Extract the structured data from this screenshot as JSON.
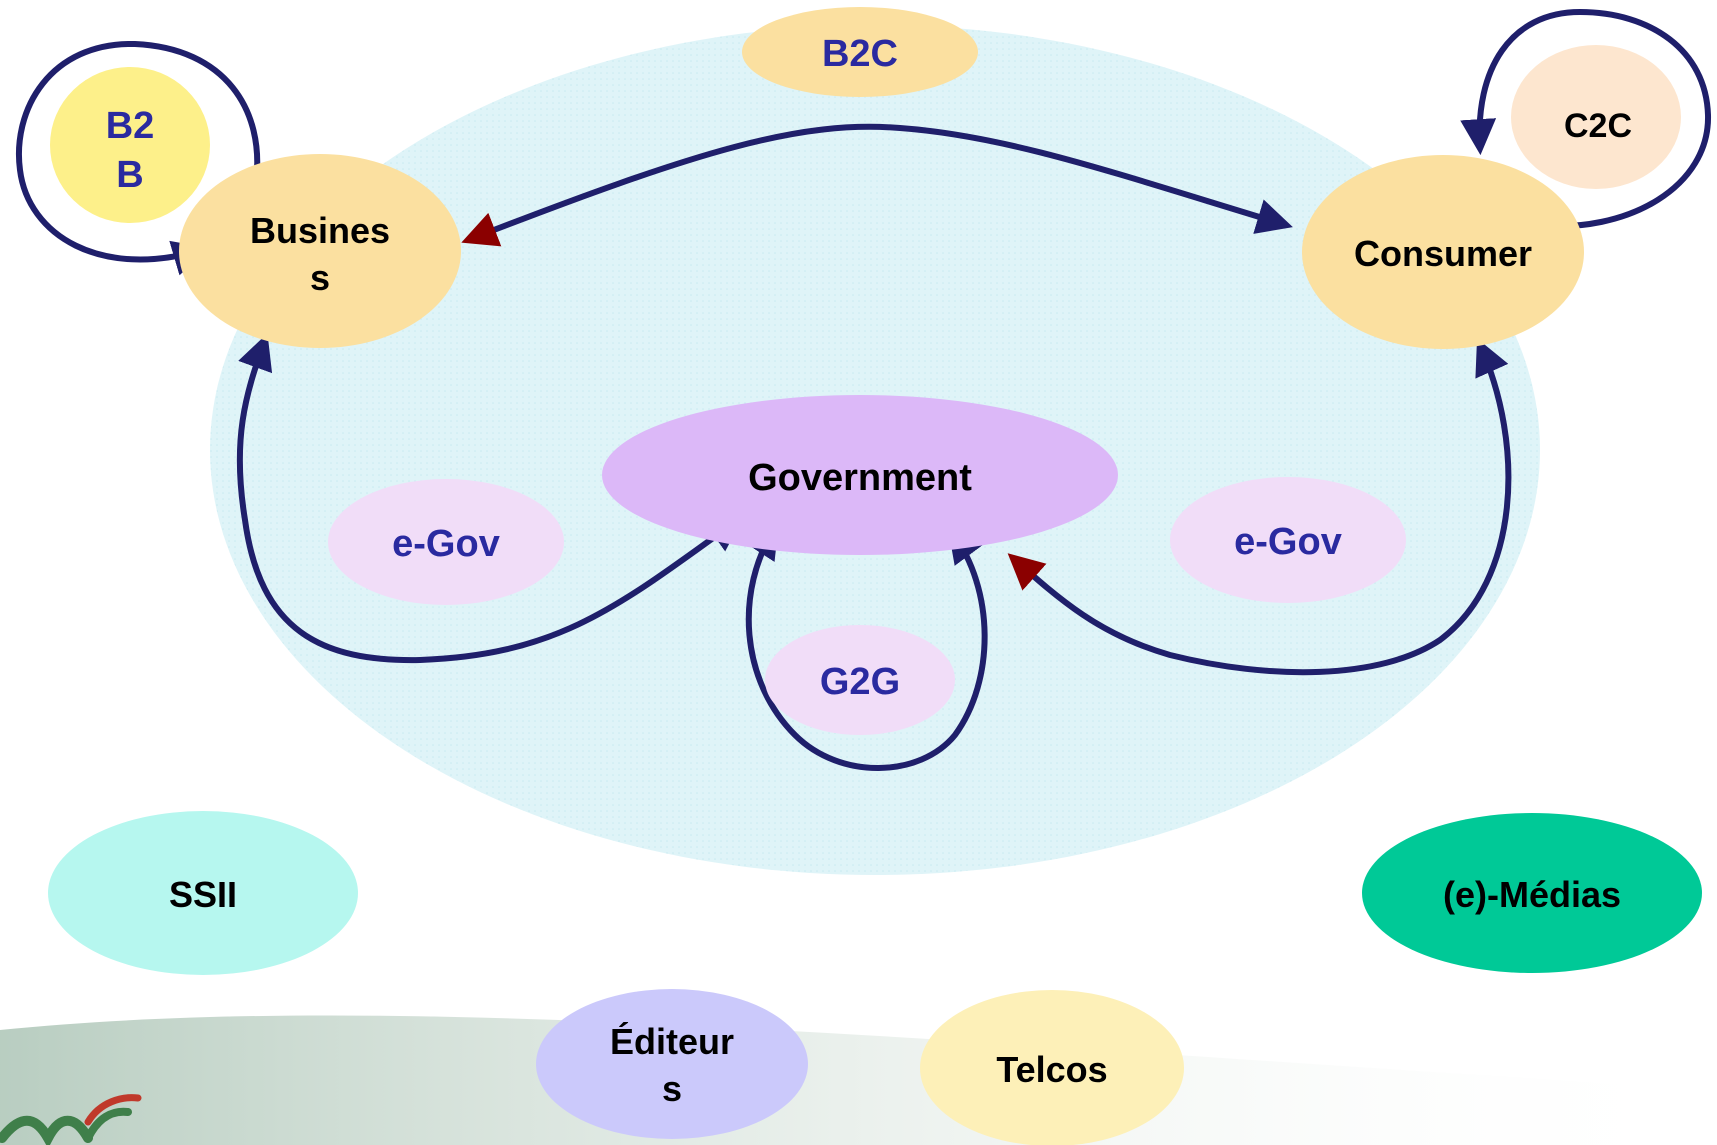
{
  "nodes": {
    "business": "Busines\ns",
    "consumer": "Consumer",
    "government": "Government",
    "b2b": "B2\nB",
    "b2c": "B2C",
    "c2c": "C2C",
    "egov_left": "e-Gov",
    "egov_right": "e-Gov",
    "g2g": "G2G",
    "ssii": "SSII",
    "medias": "(e)-Médias",
    "editeurs": "Éditeur\ns",
    "telcos": "Telcos"
  },
  "colors": {
    "background_ellipse": "#d9f2f7",
    "actor_fill": "#fbe0a0",
    "government_fill": "#dcb8f8",
    "egov_fill": "#f1ddf8",
    "b2b_fill": "#fdf08a",
    "c2c_fill": "#fde6cf",
    "ssii_fill": "#b6f7ef",
    "medias_fill": "#00c997",
    "editeurs_fill": "#cbc9fb",
    "telcos_fill": "#fdf0b8",
    "arrow_color": "#1f1f6b",
    "arrowhead_accent": "#8b0000",
    "blue_label": "#2a2aa0",
    "black_label": "#000000"
  },
  "logo": {
    "name": "brand-logo-mark"
  }
}
